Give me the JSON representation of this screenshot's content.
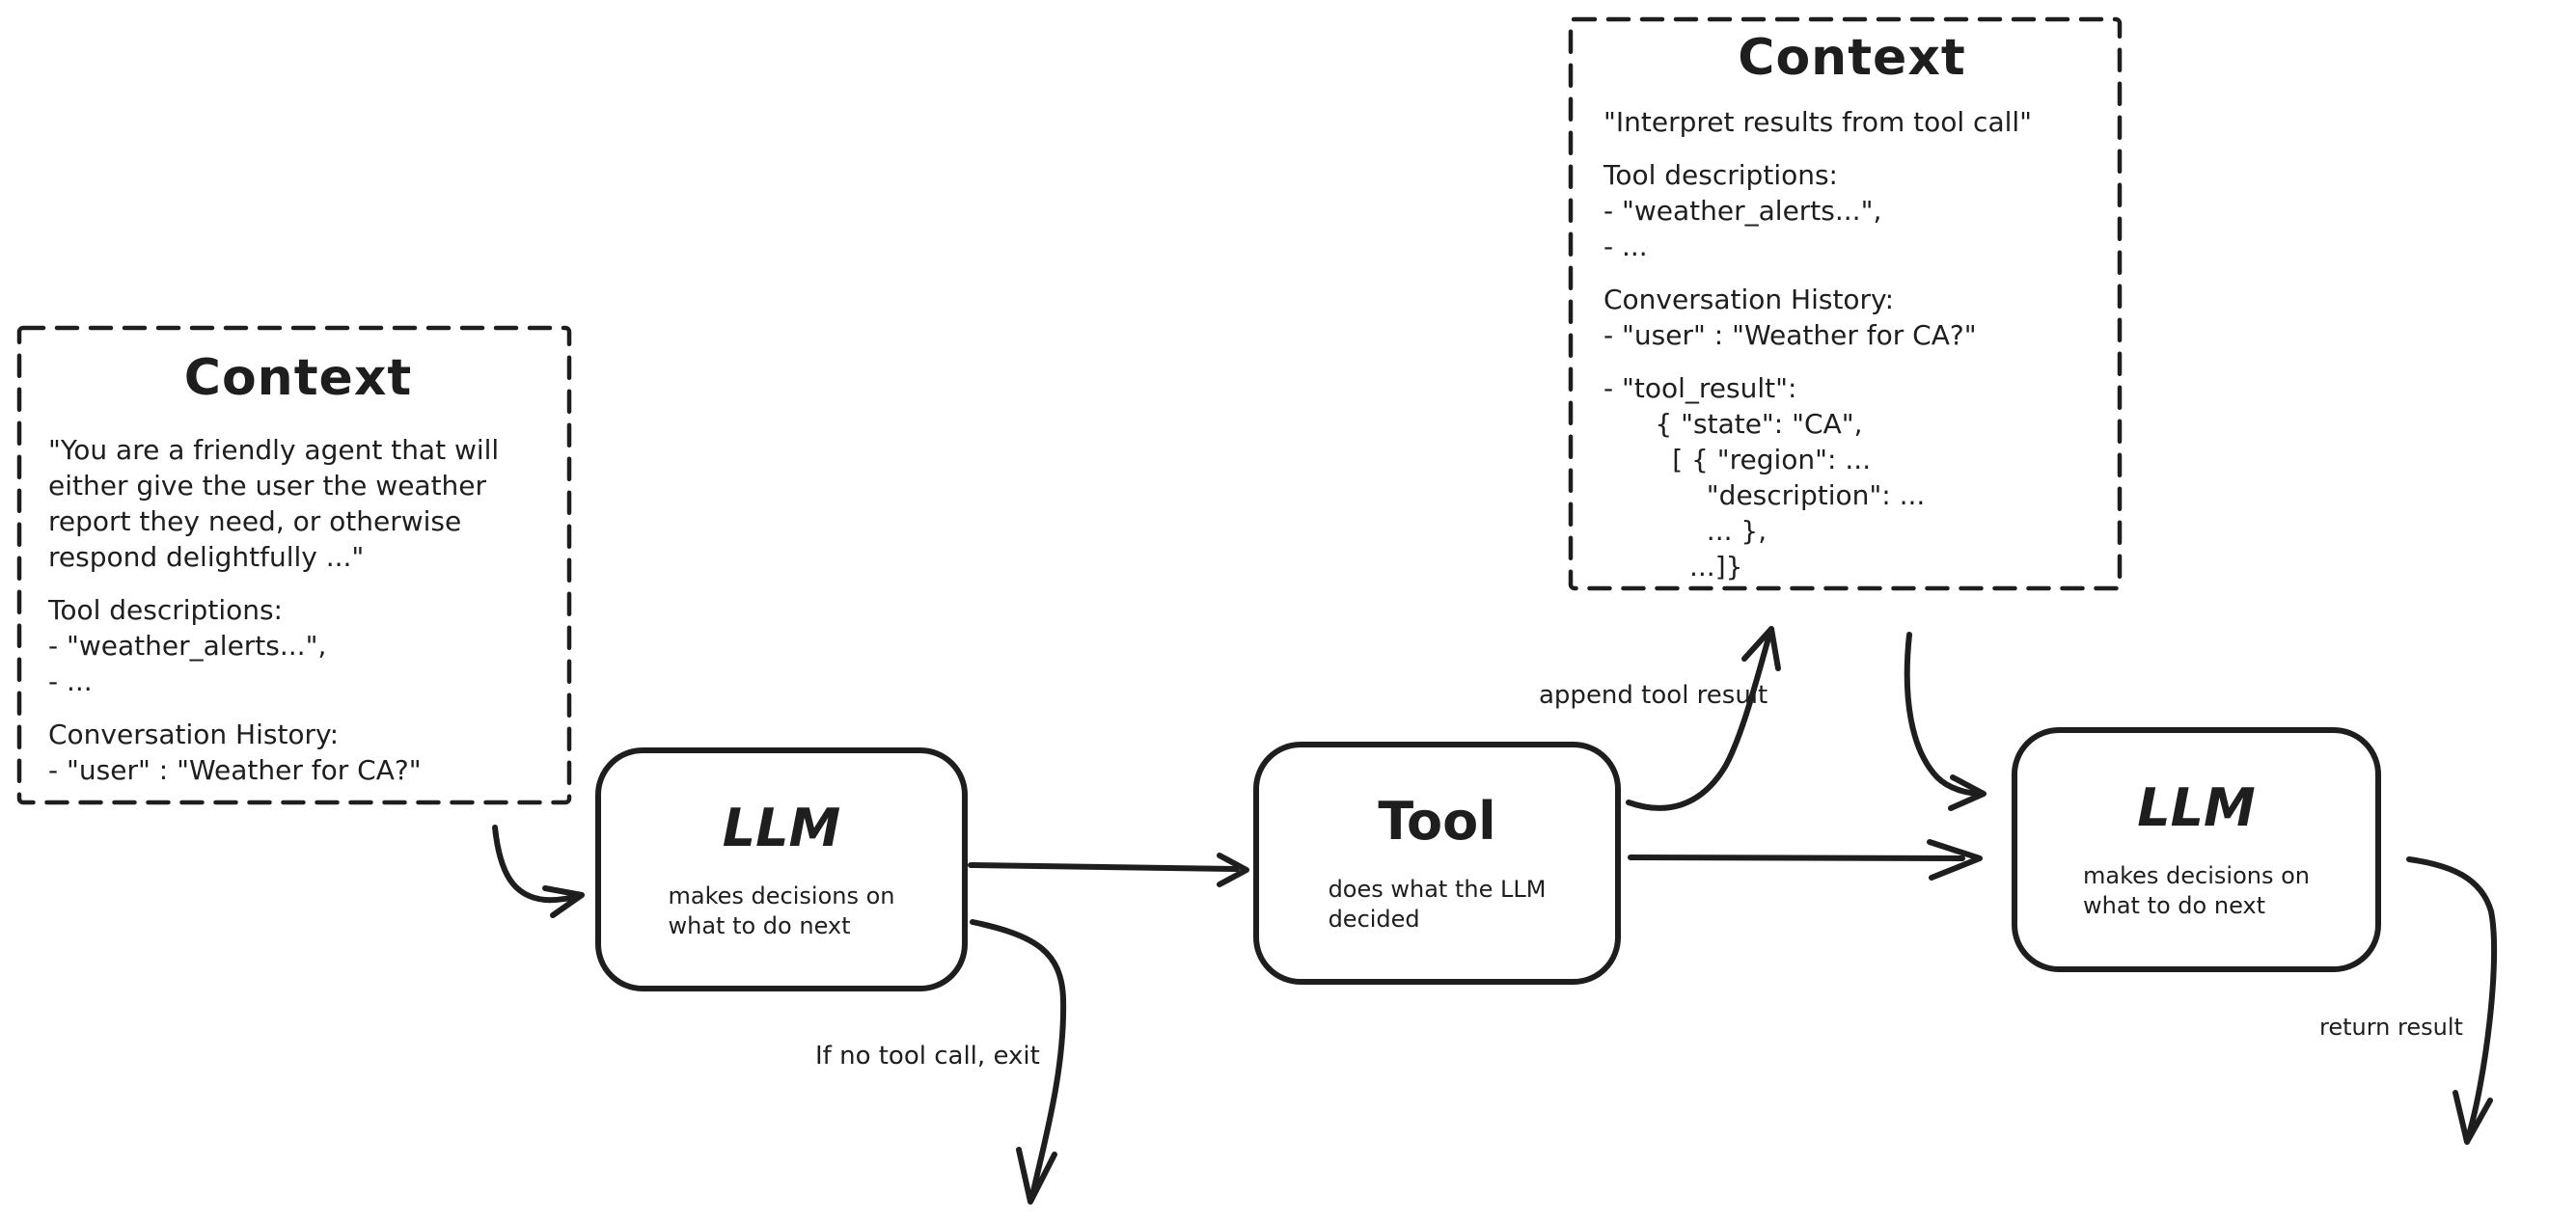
{
  "colors": {
    "ink": "#1e1e1e",
    "background": "#ffffff"
  },
  "context_left": {
    "title": "Context",
    "paragraphs": [
      "\"You are a friendly agent that will\neither give the user the weather\nreport they need, or otherwise\nrespond delightfully ...\"",
      "Tool descriptions:\n- \"weather_alerts...\",\n- ...",
      "Conversation History:\n- \"user\" : \"Weather for CA?\""
    ]
  },
  "context_right": {
    "title": "Context",
    "paragraphs": [
      "\"Interpret results from tool call\"",
      "Tool descriptions:\n- \"weather_alerts...\",\n- ...",
      "Conversation History:\n- \"user\" : \"Weather for CA?\"",
      "- \"tool_result\":\n      { \"state\": \"CA\",\n        [ { \"region\": ...\n            \"description\": ...\n            ... },\n          ...]}"
    ]
  },
  "nodes": {
    "llm_first": {
      "title": "LLM",
      "subtitle": "makes decisions on\nwhat to do next"
    },
    "tool": {
      "title": "Tool",
      "subtitle": "does what the LLM\ndecided"
    },
    "llm_second": {
      "title": "LLM",
      "subtitle": "makes decisions on\nwhat to do next"
    }
  },
  "edge_labels": {
    "append_tool_result": "append tool result",
    "no_tool_call_exit": "If no tool call, exit",
    "return_result": "return result"
  },
  "edges": [
    {
      "from": "context-left",
      "to": "llm-first",
      "label": ""
    },
    {
      "from": "llm-first",
      "to": "tool",
      "label": ""
    },
    {
      "from": "llm-first",
      "to": "exit",
      "label": "If no tool call, exit"
    },
    {
      "from": "tool",
      "to": "context-right",
      "label": "append tool result"
    },
    {
      "from": "context-right",
      "to": "llm-second",
      "label": ""
    },
    {
      "from": "tool",
      "to": "llm-second",
      "label": ""
    },
    {
      "from": "llm-second",
      "to": "out",
      "label": "return result"
    }
  ]
}
